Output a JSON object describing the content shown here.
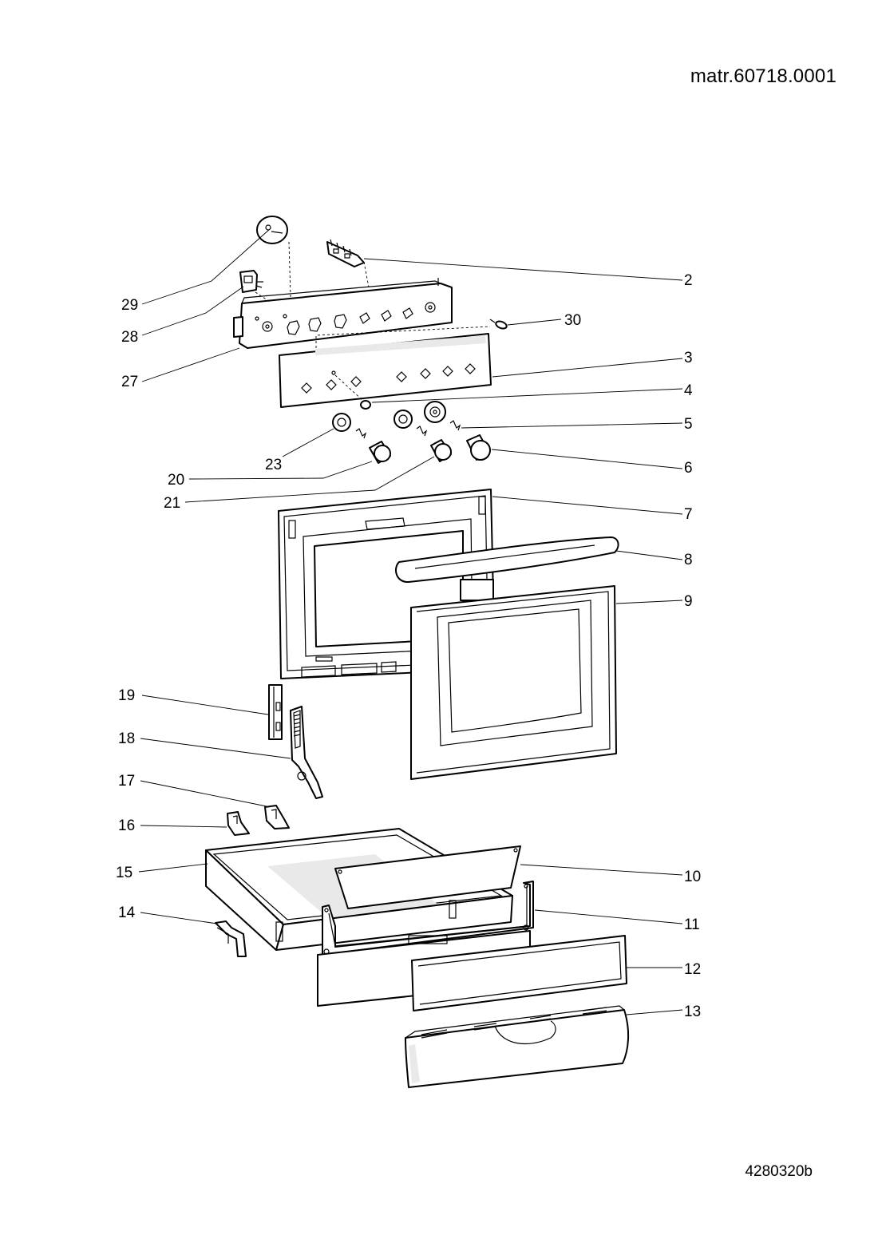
{
  "document": {
    "reference": "matr.60718.0001",
    "drawing_code": "4280320b"
  },
  "callouts": [
    "2",
    "30",
    "3",
    "4",
    "5",
    "6",
    "7",
    "8",
    "9",
    "10",
    "11",
    "12",
    "13",
    "29",
    "28",
    "27",
    "23",
    "20",
    "21",
    "19",
    "18",
    "17",
    "16",
    "15",
    "14"
  ]
}
